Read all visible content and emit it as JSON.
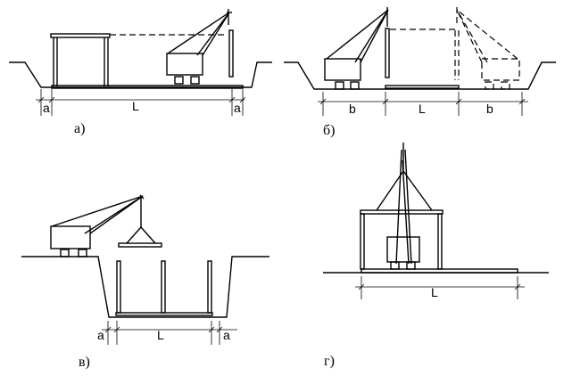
{
  "panels": {
    "a": {
      "caption": "а)",
      "dims": {
        "span": "L",
        "left_margin": "a",
        "right_margin": "a"
      }
    },
    "b": {
      "caption": "б)",
      "dims": {
        "span": "L",
        "left_margin": "b",
        "right_margin": "b"
      }
    },
    "v": {
      "caption": "в)",
      "dims": {
        "span": "L",
        "left_margin": "a",
        "right_margin": "a"
      }
    },
    "g": {
      "caption": "г)",
      "dims": {
        "span": "L"
      }
    }
  }
}
